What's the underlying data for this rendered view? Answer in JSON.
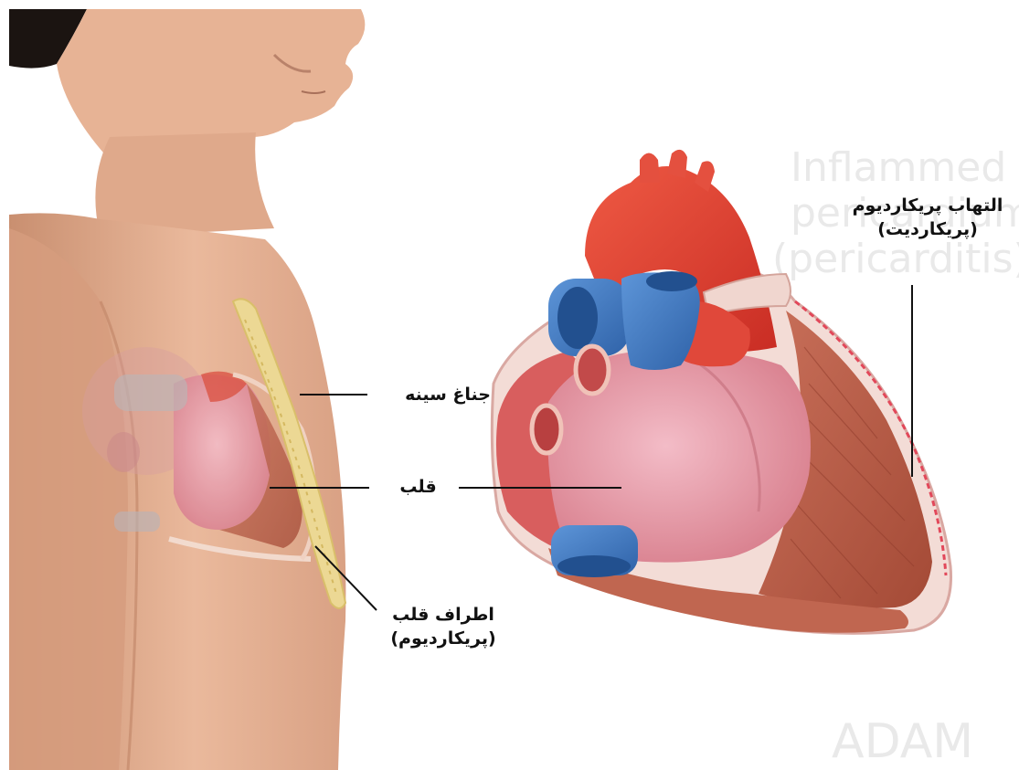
{
  "labels": {
    "sternum": "جناغ سینه",
    "heart": "قلب",
    "pericardium_line1": "اطراف قلب",
    "pericardium_line2": "(پریکاردیوم)",
    "inflamed_line1": "التهاب پریکاردیوم",
    "inflamed_line2": "(پریکاردیت)"
  },
  "watermark": {
    "line1": "Inflammed",
    "line2": "pericardium",
    "line3": "(pericarditis)",
    "corner": "ADAM"
  },
  "colors": {
    "background": "#ffffff",
    "skin": "#e8b89a",
    "artery_red": "#d93a2e",
    "vein_blue": "#3f78c2",
    "heart_pink": "#e8a0ae",
    "muscle": "#b85a45",
    "sternum_bone": "#e8d690",
    "label_text": "#111111"
  },
  "icons": [
    "torso-illustration",
    "heart-illustration",
    "pericardium-sac"
  ]
}
